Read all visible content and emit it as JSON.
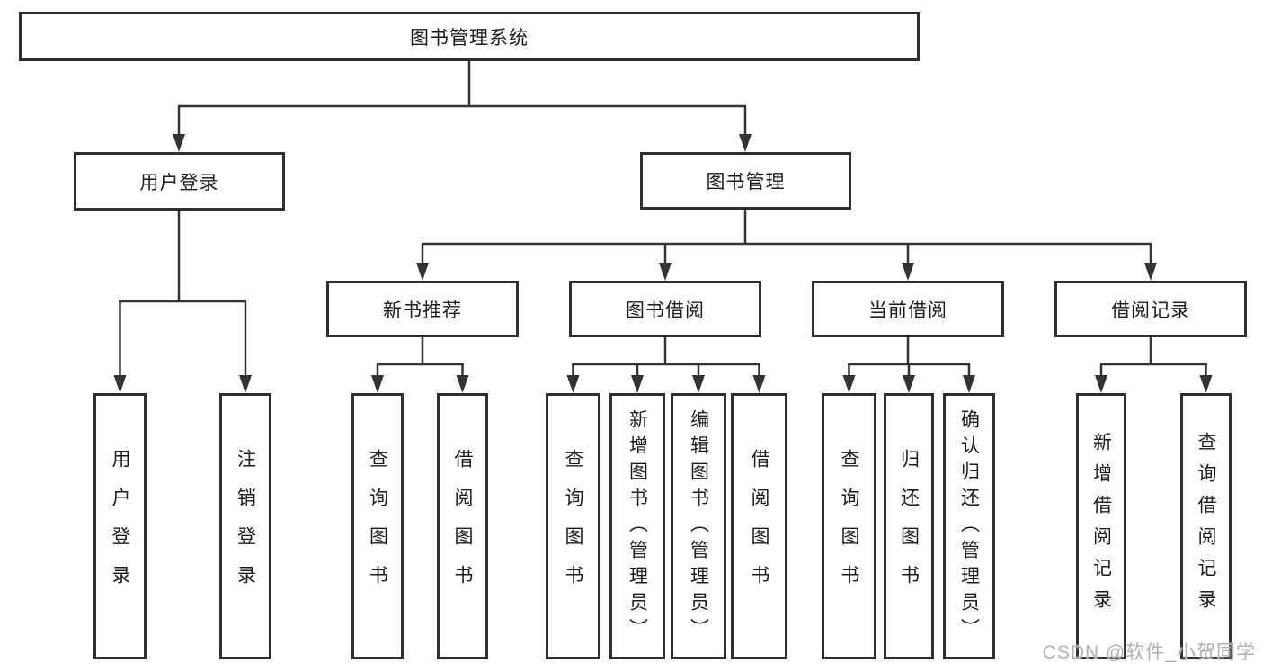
{
  "colors": {
    "line": "#333333",
    "box_border": "#2f2f2f",
    "text": "#1c1c1c",
    "watermark": "#b0b0b0",
    "background": "#ffffff"
  },
  "watermark": {
    "text": "CSDN @软件_小贺同学"
  },
  "tree": {
    "root": {
      "label": "图书管理系统",
      "children": [
        {
          "label": "用户登录",
          "children": [
            {
              "label": "用户登录"
            },
            {
              "label": "注销登录"
            }
          ]
        },
        {
          "label": "图书管理",
          "children": [
            {
              "label": "新书推荐",
              "children": [
                {
                  "label": "查询图书"
                },
                {
                  "label": "借阅图书"
                }
              ]
            },
            {
              "label": "图书借阅",
              "children": [
                {
                  "label": "查询图书"
                },
                {
                  "label": "新增图书（管理员）"
                },
                {
                  "label": "编辑图书（管理员）"
                },
                {
                  "label": "借阅图书"
                }
              ]
            },
            {
              "label": "当前借阅",
              "children": [
                {
                  "label": "查询图书"
                },
                {
                  "label": "归还图书"
                },
                {
                  "label": "确认归还（管理员）"
                }
              ]
            },
            {
              "label": "借阅记录",
              "children": [
                {
                  "label": "新增借阅记录"
                },
                {
                  "label": "查询借阅记录"
                }
              ]
            }
          ]
        }
      ]
    }
  }
}
